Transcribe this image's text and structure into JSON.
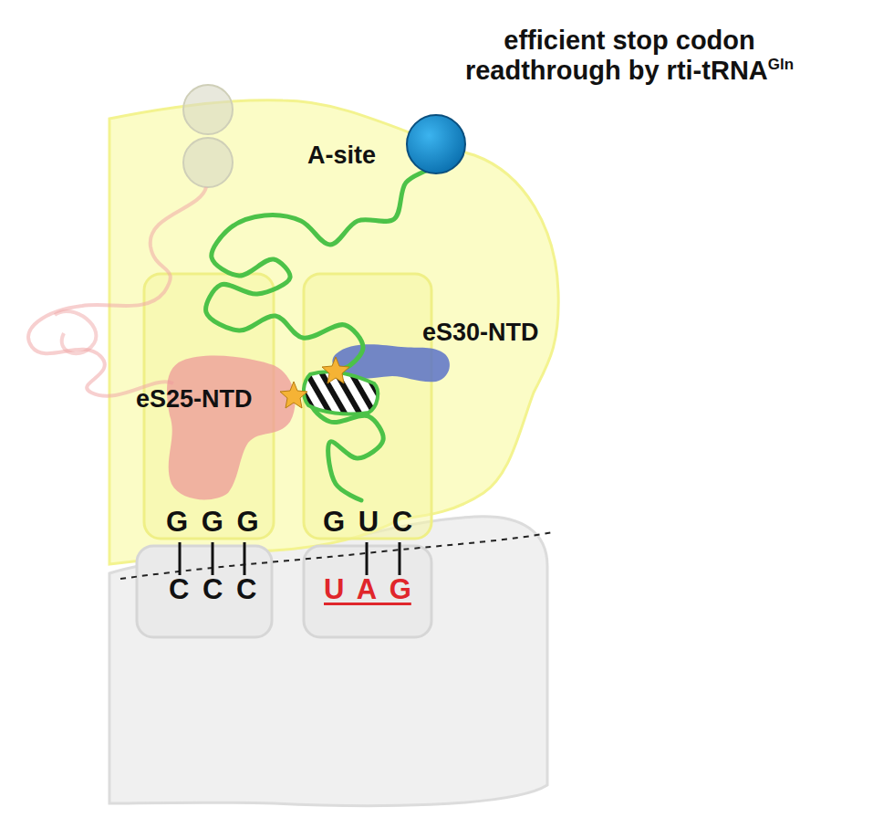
{
  "diagram": {
    "title": "efficient stop codon readthrough by rti-tRNA",
    "labels": [
      "A-site",
      "eS30-NTD",
      "eS25-NTD",
      "G G G",
      "G U C",
      "C C C",
      "U A G",
      "Gln"
    ]
  }
}
